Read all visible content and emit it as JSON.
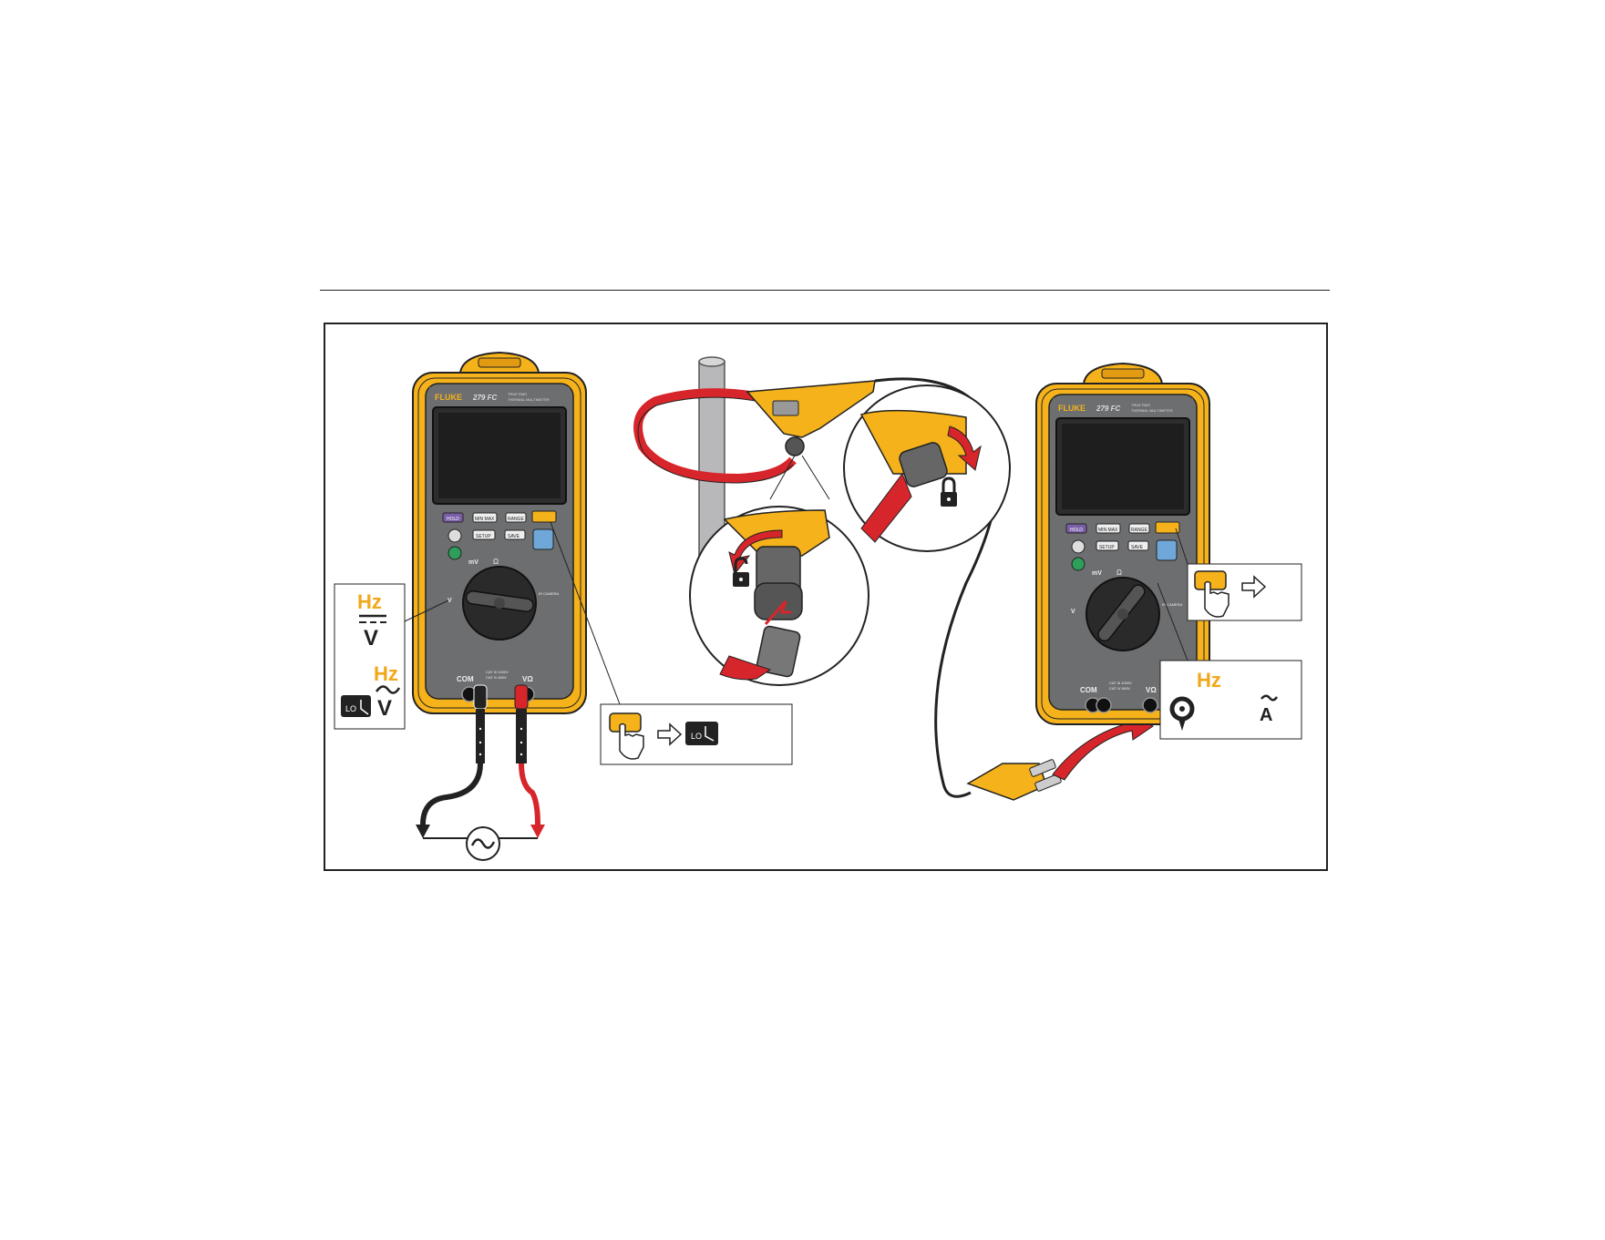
{
  "meter": {
    "brand": "FLUKE",
    "model": "279 FC",
    "subtitle_line1": "TRUE RMS",
    "subtitle_line2": "THERMAL MULTIMETER",
    "buttons": {
      "hold": "HOLD",
      "minmax": "MIN MAX",
      "range": "RANGE",
      "setup": "SETUP",
      "save": "SAVE"
    },
    "dial": {
      "mv": "mV",
      "ohm": "Ω",
      "camera": "IR CAMERA",
      "v": "V"
    },
    "jacks": {
      "com": "COM",
      "vohm": "VΩ",
      "cat1": "CAT III 1000V",
      "cat2": "CAT IV 600V"
    }
  },
  "callouts": {
    "left_hz_top": "Hz",
    "left_v_top": "V",
    "left_hz_bottom": "Hz",
    "left_v_bottom": "V",
    "lo_label": "LO",
    "right_hz": "Hz",
    "right_a": "A"
  },
  "colors": {
    "fluke_yellow": "#f5b21b",
    "case_gray": "#6d6e70",
    "red_lead": "#d7262b",
    "hold_purple": "#7a5fa8",
    "hz_orange": "#f2a71b"
  },
  "icons": [
    "hand-press-icon",
    "arrow-right-icon",
    "lo-filter-icon",
    "unlock-icon",
    "lock-icon",
    "clamp-sensor-icon",
    "ac-source-icon"
  ]
}
